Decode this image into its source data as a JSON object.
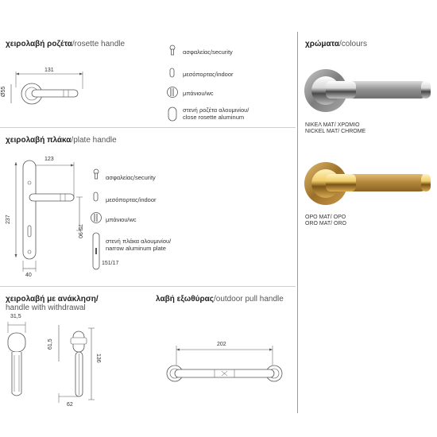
{
  "sections": {
    "rosette": {
      "title_gr": "χειρολαβή ροζέτα",
      "title_en": "/rosette handle",
      "dim_width": "131",
      "dim_diameter": "Ø55",
      "options": [
        {
          "icon": "security-keyhole-icon",
          "gr": "ασφαλείας",
          "en": "/security"
        },
        {
          "icon": "indoor-keyhole-icon",
          "gr": "μεσόπορτας",
          "en": "/indoor"
        },
        {
          "icon": "wc-lock-icon",
          "gr": "μπάνιου",
          "en": "/wc"
        },
        {
          "icon": "close-rosette-icon",
          "gr": "στενή ροζέτα αλουμινίου/",
          "en": "close rosette aluminum"
        }
      ]
    },
    "plate": {
      "title_gr": "χειρολαβή πλάκα",
      "title_en": "/plate handle",
      "dim_width": "123",
      "dim_height": "237",
      "dim_spacing": "75-90",
      "dim_plate_width": "40",
      "options": [
        {
          "icon": "security-keyhole-icon",
          "gr": "ασφαλείας",
          "en": "/security"
        },
        {
          "icon": "indoor-keyhole-icon",
          "gr": "μεσόπορτας",
          "en": "/indoor"
        },
        {
          "icon": "wc-lock-icon",
          "gr": "μπάνιου",
          "en": "/wc"
        },
        {
          "icon": "narrow-plate-icon",
          "gr": "στενή πλάκα αλουμινίου/",
          "en": "narrow aluminum plate"
        }
      ],
      "narrow_plate_dim": "151/17"
    },
    "withdrawal": {
      "title_gr": "χειρολαβή με ανάκληση/",
      "title_en": "handle with withdrawal",
      "dim_top": "31,5",
      "dim_side": "61,5",
      "dim_height": "136",
      "dim_bottom": "62"
    },
    "outdoor": {
      "title_gr": "λαβή εξωθύρας",
      "title_en": "/outdoor pull handle",
      "dim_length": "202"
    },
    "colours": {
      "title_gr": "χρώματα",
      "title_en": "/colours",
      "items": [
        {
          "line1": "ΝΙΚΕΛ ΜΑΤ/ ΧΡΩΜΙΟ",
          "line2": "NICKEL MAT/ CHROME",
          "base": "#8e8e8e",
          "accent": "#e9e9e9"
        },
        {
          "line1": "ΟΡΟ ΜΑΤ/ ΟΡΟ",
          "line2": "ORO MAT/ ORO",
          "base": "#b58a3e",
          "accent": "#e8c56a"
        }
      ]
    }
  }
}
